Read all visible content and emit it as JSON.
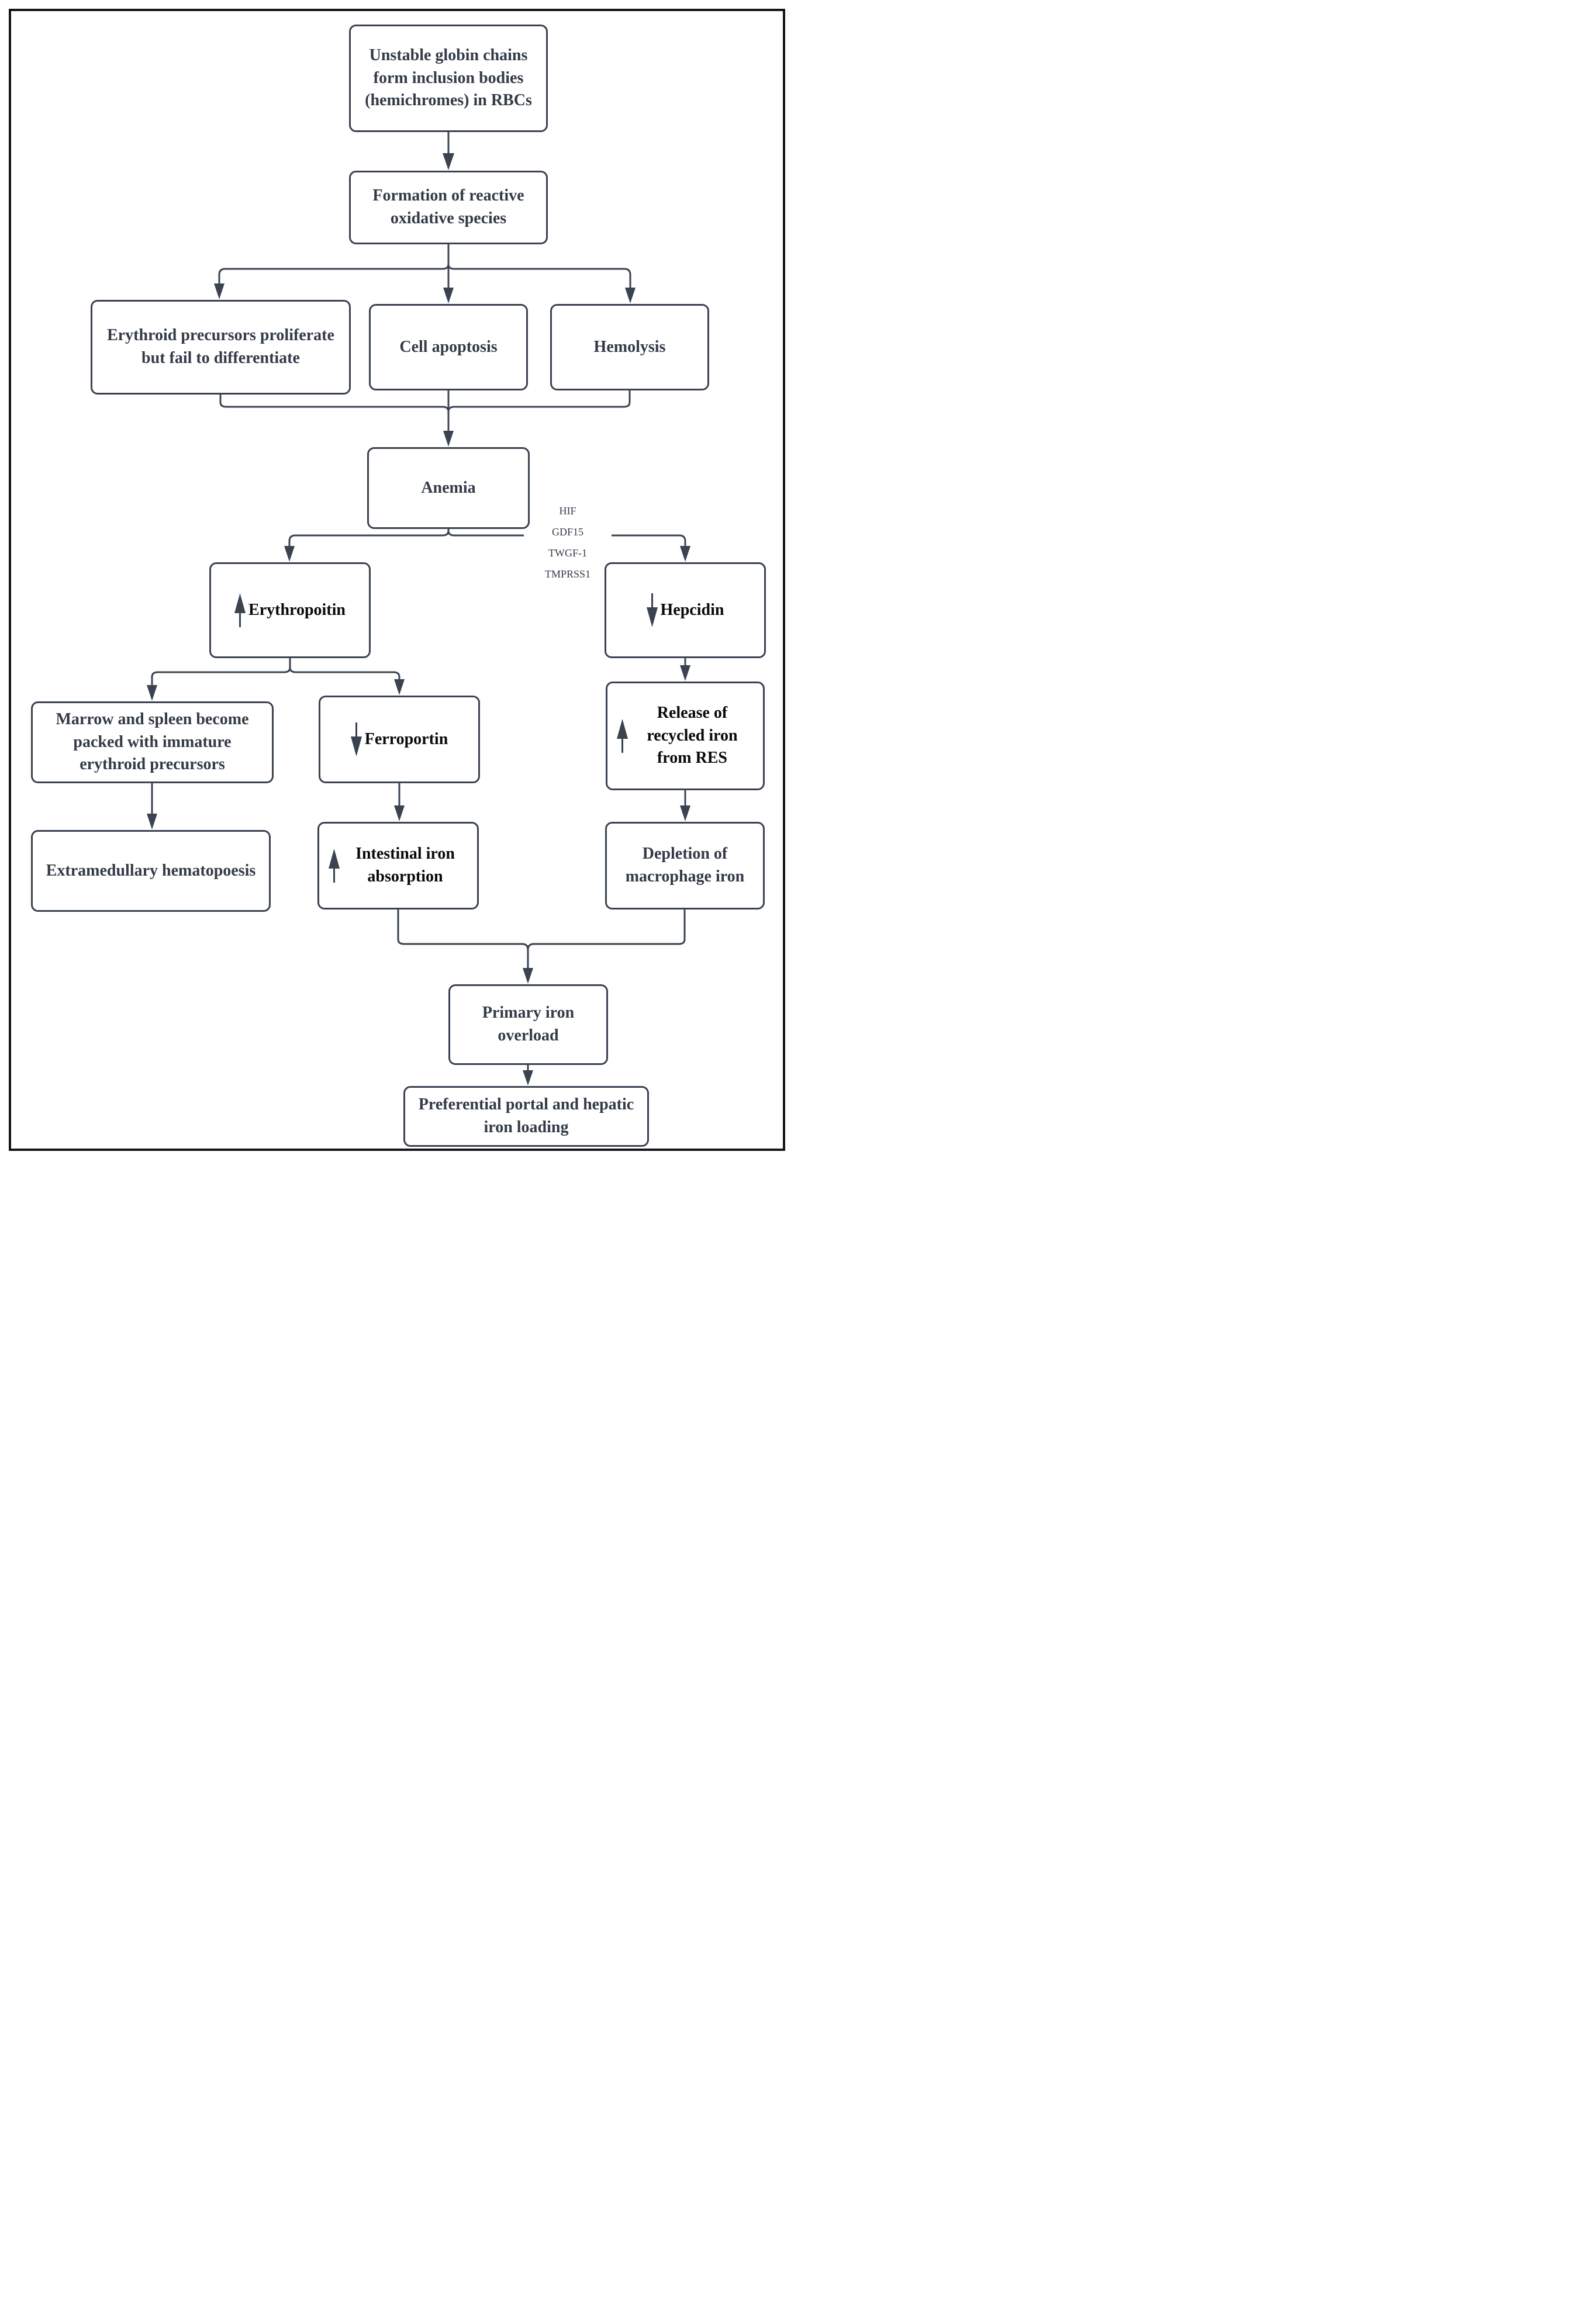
{
  "diagram": {
    "nodes": {
      "unstable": {
        "text": "Unstable globin chains form inclusion bodies (hemichromes) in RBCs",
        "arrow": null
      },
      "ros": {
        "text": "Formation of reactive oxidative species",
        "arrow": null
      },
      "erythroid": {
        "text": "Erythroid precursors proliferate but fail to differentiate",
        "arrow": null
      },
      "apoptosis": {
        "text": "Cell apoptosis",
        "arrow": null
      },
      "hemolysis": {
        "text": "Hemolysis",
        "arrow": null
      },
      "anemia": {
        "text": "Anemia",
        "arrow": null
      },
      "erythropoitin": {
        "text": "Erythropoitin",
        "arrow": "up"
      },
      "hepcidin": {
        "text": "Hepcidin",
        "arrow": "down"
      },
      "marrow": {
        "text": "Marrow and spleen become packed with immature erythroid precursors",
        "arrow": null
      },
      "ferroportin": {
        "text": "Ferroportin",
        "arrow": "down"
      },
      "release": {
        "text": "Release of recycled iron from RES",
        "arrow": "up"
      },
      "extramedullary": {
        "text": "Extramedullary hematopoesis",
        "arrow": null
      },
      "intestinal": {
        "text": "Intestinal iron absorption",
        "arrow": "up"
      },
      "depletion": {
        "text": "Depletion of macrophage iron",
        "arrow": null
      },
      "primary": {
        "text": "Primary iron overload",
        "arrow": null
      },
      "preferential": {
        "text": "Preferential portal and hepatic iron loading",
        "arrow": null
      }
    },
    "edge_label": {
      "lines": [
        "HIF",
        "GDF15",
        "TWGF-1",
        "TMPRSS1"
      ]
    },
    "edges": [
      {
        "from": "unstable",
        "to": "ros"
      },
      {
        "from": "ros",
        "to": "erythroid"
      },
      {
        "from": "ros",
        "to": "apoptosis"
      },
      {
        "from": "ros",
        "to": "hemolysis"
      },
      {
        "from": "erythroid",
        "to": "anemia"
      },
      {
        "from": "apoptosis",
        "to": "anemia"
      },
      {
        "from": "hemolysis",
        "to": "anemia"
      },
      {
        "from": "anemia",
        "to": "erythropoitin"
      },
      {
        "from": "anemia",
        "to": "hepcidin",
        "label": "HIF GDF15 TWGF-1 TMPRSS1"
      },
      {
        "from": "erythropoitin",
        "to": "marrow"
      },
      {
        "from": "erythropoitin",
        "to": "ferroportin"
      },
      {
        "from": "hepcidin",
        "to": "release"
      },
      {
        "from": "marrow",
        "to": "extramedullary"
      },
      {
        "from": "ferroportin",
        "to": "intestinal"
      },
      {
        "from": "release",
        "to": "depletion"
      },
      {
        "from": "intestinal",
        "to": "primary"
      },
      {
        "from": "depletion",
        "to": "primary"
      },
      {
        "from": "primary",
        "to": "preferential"
      }
    ],
    "colors": {
      "box_border": "#3a4350",
      "line": "#3a4350",
      "text_dark": "#333b48",
      "text_black": "#0a0a0a",
      "frame": "#161616",
      "background": "#ffffff"
    }
  }
}
